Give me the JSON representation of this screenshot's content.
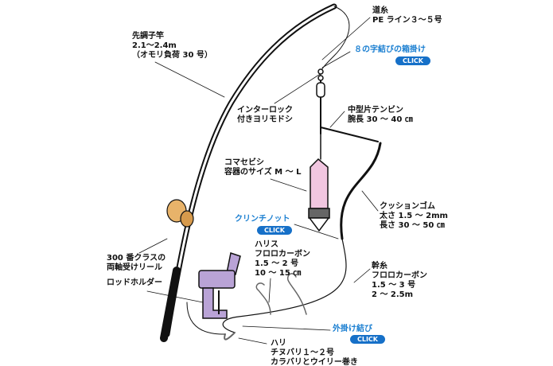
{
  "labels": {
    "main_line": [
      "道糸",
      "PE ライン３～５号"
    ],
    "rod": [
      "先調子竿",
      "2.1～2.4m",
      "（オモリ負荷 30 号）"
    ],
    "swivel": [
      "インターロック",
      "付きヨリモドシ"
    ],
    "tenbin": [
      "中型片テンビン",
      "腕長 30 ～ 40 ㎝"
    ],
    "komase": [
      "コマセビシ",
      "容器のサイズ M ～ L"
    ],
    "cushion": [
      "クッションゴム",
      "太さ 1.5 ～ 2mm",
      "長さ 30 ～ 50 ㎝"
    ],
    "harisu": [
      "ハリス",
      "フロロカーボン",
      "1.5 ～ 2 号",
      "10 ～ 15 ㎝"
    ],
    "mikiito": [
      "幹糸",
      "フロロカーボン",
      "1.5 ～ 3 号",
      "2 ～ 2.5m"
    ],
    "reel": [
      "300 番クラスの",
      "両軸受けリール"
    ],
    "holder": [
      "ロッドホルダー"
    ],
    "hook": [
      "ハリ",
      "チヌバリ１～２号",
      "カラバリとウイリー巻き"
    ]
  },
  "links": {
    "figure8": {
      "text": "８の字結びの箱掛け",
      "button": "CLICK"
    },
    "clinch": {
      "text": "クリンチノット",
      "button": "CLICK"
    },
    "outer": {
      "text": "外掛け結び",
      "button": "CLICK"
    }
  },
  "colors": {
    "link": "#1b7fd1",
    "button": "#1670c8",
    "holder": "#b9a3d6",
    "bishi": "#f1c6e0",
    "reel": "#e8b36a"
  }
}
